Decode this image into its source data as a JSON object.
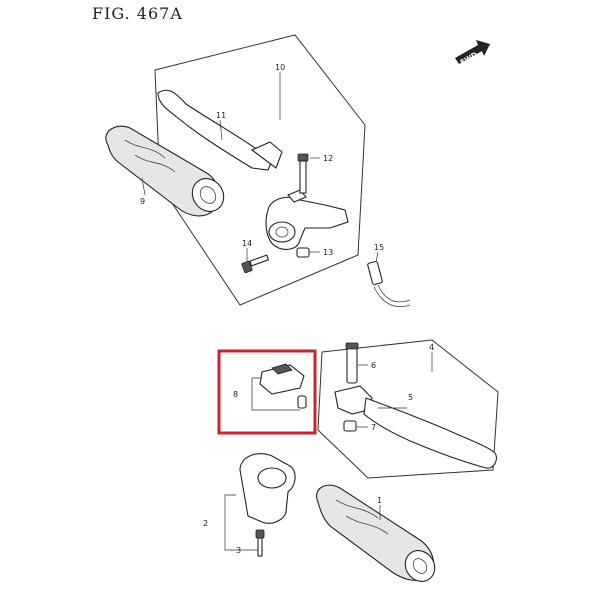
{
  "figure": {
    "title": "FIG. 467A",
    "fwd_label": "FWD",
    "highlight_color": "#d0202a"
  },
  "callouts": {
    "c1": "1",
    "c2": "2",
    "c3": "3",
    "c4": "4",
    "c5": "5",
    "c6": "6",
    "c7": "7",
    "c8": "8",
    "c9": "9",
    "c10": "10",
    "c11": "11",
    "c12": "12",
    "c13": "13",
    "c14": "14",
    "c15": "15"
  }
}
